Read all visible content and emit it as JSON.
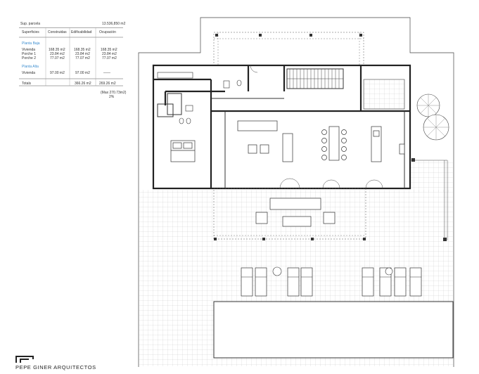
{
  "table": {
    "plot_label": "Sup. parcela",
    "plot_value": "13.536,850 m2",
    "headers": [
      "Superficies",
      "Construidas",
      "Edificabilidad",
      "Ocupación"
    ],
    "sections": [
      {
        "title": "Planta Baja",
        "rows": [
          {
            "name": "Vivienda",
            "construidas": "168.35 m2",
            "edificabilidad": "168.35 m2",
            "ocupacion": "168.35 m2"
          },
          {
            "name": "Porche 1",
            "construidas": "23.84 m2",
            "edificabilidad": "23.84 m2",
            "ocupacion": "23.84 m2"
          },
          {
            "name": "Porche 2",
            "construidas": "77.07 m2",
            "edificabilidad": "77.07 m2",
            "ocupacion": "77.07 m2"
          }
        ]
      },
      {
        "title": "Planta Alta",
        "rows": [
          {
            "name": "Vivienda",
            "construidas": "97.00 m2",
            "edificabilidad": "97.00 m2",
            "ocupacion": "——"
          }
        ]
      }
    ],
    "totals": {
      "name": "Totals",
      "construidas": "",
      "edificabilidad": "366.26 m2",
      "ocupacion": "269.26 m2"
    },
    "note_max": "(Max 270.73m2)",
    "note_pct": "2%"
  },
  "brand": {
    "name": "PEPE GINER ARQUITECTOS",
    "color": "#222222"
  },
  "colors": {
    "line": "#333333",
    "accent": "#3f8fd0",
    "light": "#9a9a9a"
  }
}
